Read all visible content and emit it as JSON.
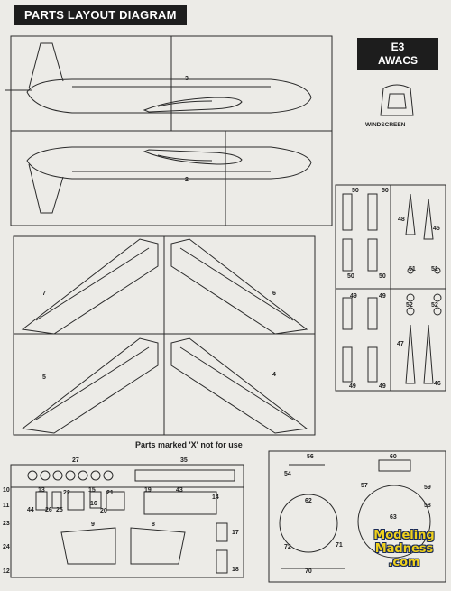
{
  "header": {
    "title": "PARTS LAYOUT DIAGRAM"
  },
  "model": {
    "line1": "E3",
    "line2": "AWACS"
  },
  "windscreen_label": "WINDSCREEN",
  "caption": "Parts marked 'X' not for use",
  "logo": {
    "line1": "Modeling",
    "line2": "Madness",
    "line3": ".com"
  },
  "part_numbers": {
    "p1": "3",
    "p2": "2",
    "p3": "7",
    "p4": "6",
    "p5": "5",
    "p6": "4",
    "p7": "50",
    "p8": "50",
    "p9": "48",
    "p10": "45",
    "p11": "50",
    "p12": "50",
    "p13": "51",
    "p14": "51",
    "p15": "49",
    "p16": "49",
    "p17": "52",
    "p18": "52",
    "p19": "47",
    "p20": "49",
    "p21": "49",
    "p22": "46",
    "p23": "27",
    "p24": "35",
    "p25": "10",
    "p26": "13",
    "p27": "22",
    "p28": "15",
    "p29": "21",
    "p30": "11",
    "p31": "44",
    "p32": "26",
    "p33": "25",
    "p34": "16",
    "p35": "20",
    "p36": "19",
    "p37": "43",
    "p38": "14",
    "p39": "23",
    "p40": "9",
    "p41": "8",
    "p42": "17",
    "p43": "24",
    "p44": "18",
    "p45": "12",
    "p46": "56",
    "p47": "60",
    "p48": "54",
    "p49": "57",
    "p50": "59",
    "p51": "62",
    "p52": "58",
    "p53": "63",
    "p54": "72",
    "p55": "71",
    "p56": "70"
  }
}
